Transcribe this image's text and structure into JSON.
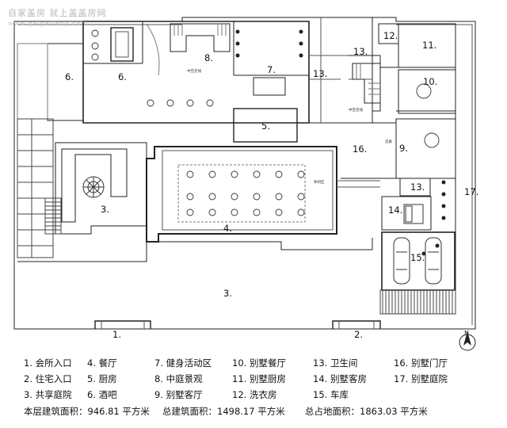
{
  "watermark": {
    "line1": "自家盖房  就上盖盖房网",
    "line2": "www.gaigaifang.com"
  },
  "plan": {
    "rooms": [
      {
        "label": "1."
      },
      {
        "label": "2."
      },
      {
        "label": "3."
      },
      {
        "label": "3."
      },
      {
        "label": "4."
      },
      {
        "label": "5."
      },
      {
        "label": "6."
      },
      {
        "label": "6."
      },
      {
        "label": "7."
      },
      {
        "label": "8."
      },
      {
        "label": "9."
      },
      {
        "label": "10."
      },
      {
        "label": "11."
      },
      {
        "label": "12."
      },
      {
        "label": "13."
      },
      {
        "label": "13."
      },
      {
        "label": "13."
      },
      {
        "label": "14."
      },
      {
        "label": "15."
      },
      {
        "label": "16."
      },
      {
        "label": "17."
      }
    ],
    "small_notes": [
      "中空走线",
      "中空走线",
      "休闲区",
      "走廊"
    ],
    "compass": "N"
  },
  "legend": {
    "items": [
      "1. 会所入口",
      "4. 餐厅",
      "7. 健身活动区",
      "10. 别墅餐厅",
      "13. 卫生间",
      "16. 别墅门厅",
      "2. 住宅入口",
      "5. 厨房",
      "8. 中庭景观",
      "11. 别墅厨房",
      "14. 别墅客房",
      "17. 别墅庭院",
      "3. 共享庭院",
      "6. 酒吧",
      "9. 别墅客厅",
      "12. 洗衣房",
      "15. 车库"
    ]
  },
  "areas": {
    "floor": "本层建筑面积：946.81 平方米",
    "total": "总建筑面积：1498.17 平方米",
    "land": "总占地面积：1863.03 平方米"
  }
}
